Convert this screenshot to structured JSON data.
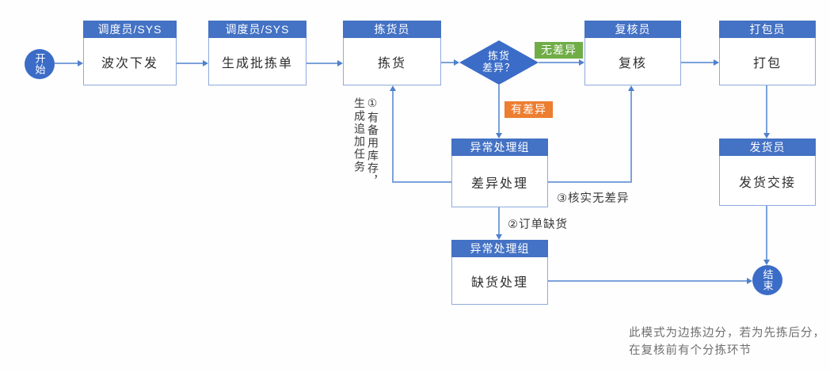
{
  "colors": {
    "header_blue": "#4472C4",
    "shape_blue": "#3B6CC7",
    "box_border_blue": "#8FAADC",
    "line_blue": "#7BA2DA",
    "arrowhead_blue": "#4F80CC",
    "no_diff_green": "#70AD47",
    "has_diff_orange": "#ED7D31",
    "note_gray": "#6F6F6F"
  },
  "flow": {
    "start_label": "开始",
    "end_label": "结束",
    "boxes": [
      {
        "role": "调度员/SYS",
        "task": "波次下发"
      },
      {
        "role": "调度员/SYS",
        "task": "生成批拣单"
      },
      {
        "role": "拣货员",
        "task": "拣货"
      },
      {
        "role": "复核员",
        "task": "复核"
      },
      {
        "role": "打包员",
        "task": "打包"
      },
      {
        "role": "异常处理组",
        "task": "差异处理"
      },
      {
        "role": "发货员",
        "task": "发货交接"
      },
      {
        "role": "异常处理组",
        "task": "缺货处理"
      }
    ],
    "decision": {
      "line1": "拣货",
      "line2": "差异？"
    },
    "labels": {
      "no_diff": "无差异",
      "has_diff": "有差异",
      "verify_no_diff": "③核实无差异",
      "order_shortage": "②订单缺货",
      "backup_note_first_col": "①有备用库存，",
      "backup_note_second_col": "生成追加任务"
    },
    "note_line1": "此模式为边拣边分，若为先拣后分，",
    "note_line2": "在复核前有个分拣环节"
  }
}
